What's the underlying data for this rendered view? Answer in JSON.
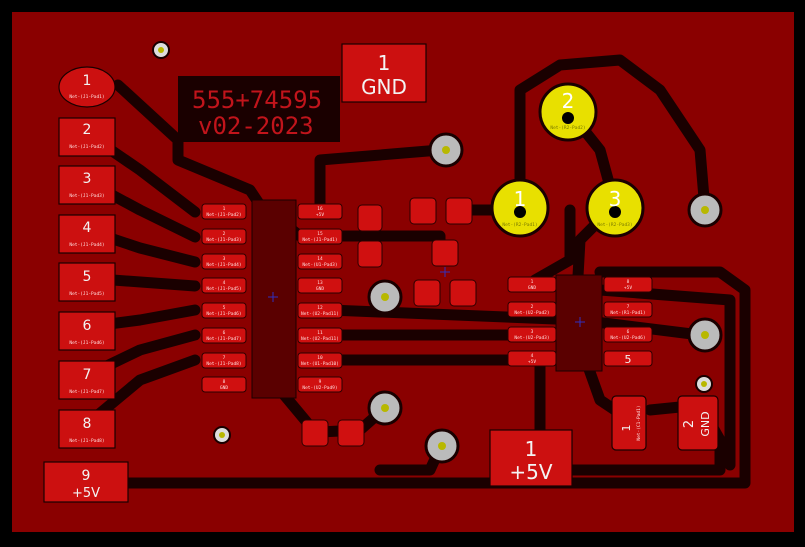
{
  "board": {
    "colors": {
      "background": "#000000",
      "copper_fill": "#8a0000",
      "clearance": "#1a0000",
      "pad": "#cc1010",
      "yellow_pad": "#e8e000",
      "silk": "#c1141b"
    },
    "title_line1": "555+74595",
    "title_line2": "v02-2023",
    "connector_pins": [
      {
        "num": "1",
        "net": "Net-(J1-Pad1)"
      },
      {
        "num": "2",
        "net": "Net-(J1-Pad2)"
      },
      {
        "num": "3",
        "net": "Net-(J1-Pad3)"
      },
      {
        "num": "4",
        "net": "Net-(J1-Pad4)"
      },
      {
        "num": "5",
        "net": "Net-(J1-Pad5)"
      },
      {
        "num": "6",
        "net": "Net-(J1-Pad6)"
      },
      {
        "num": "7",
        "net": "Net-(J1-Pad7)"
      },
      {
        "num": "8",
        "net": "Net-(J1-Pad8)"
      }
    ],
    "pin9": {
      "num": "9",
      "label": "+5V"
    },
    "gnd_top": {
      "num": "1",
      "label": "GND"
    },
    "vcc_bottom": {
      "num": "1",
      "label": "+5V"
    },
    "pot_pins": [
      {
        "num": "2",
        "net": "Net-(R2-Pad2)"
      },
      {
        "num": "1",
        "net": "Net-(R2-Pad1)"
      },
      {
        "num": "3",
        "net": "Net-(R2-Pad3)"
      }
    ],
    "ic1_left": [
      {
        "num": "1",
        "net": "Net-(J1-Pad2)"
      },
      {
        "num": "2",
        "net": "Net-(J1-Pad3)"
      },
      {
        "num": "3",
        "net": "Net-(J1-Pad4)"
      },
      {
        "num": "4",
        "net": "Net-(J1-Pad5)"
      },
      {
        "num": "5",
        "net": "Net-(J1-Pad6)"
      },
      {
        "num": "6",
        "net": "Net-(J1-Pad7)"
      },
      {
        "num": "7",
        "net": "Net-(J1-Pad8)"
      },
      {
        "num": "8",
        "net": "GND"
      }
    ],
    "ic1_right": [
      {
        "num": "16",
        "net": "+5V"
      },
      {
        "num": "15",
        "net": "Net-(J1-Pad1)"
      },
      {
        "num": "14",
        "net": "Net-(U1-Pad3)"
      },
      {
        "num": "13",
        "net": "GND"
      },
      {
        "num": "12",
        "net": "Net-(U2-Pad11)"
      },
      {
        "num": "11",
        "net": "Net-(U2-Pad11)"
      },
      {
        "num": "10",
        "net": "Net-(U1-Pad10)"
      },
      {
        "num": "9",
        "net": "Net-(U2-Pad9)"
      }
    ],
    "ic2_left": [
      {
        "num": "1",
        "net": "GND"
      },
      {
        "num": "2",
        "net": "Net-(U2-Pad2)"
      },
      {
        "num": "3",
        "net": "Net-(U2-Pad3)"
      },
      {
        "num": "4",
        "net": "+5V"
      }
    ],
    "ic2_right": [
      {
        "num": "8",
        "net": "+5V"
      },
      {
        "num": "7",
        "net": "Net-(R1-Pad1)"
      },
      {
        "num": "6",
        "net": "Net-(U2-Pad6)"
      },
      {
        "num": "5",
        "net": ""
      }
    ],
    "cap_pad1": {
      "num": "1",
      "net": "Net-(C1-Pad1)"
    },
    "cap_pad2": {
      "num": "2",
      "label": "GND"
    }
  }
}
